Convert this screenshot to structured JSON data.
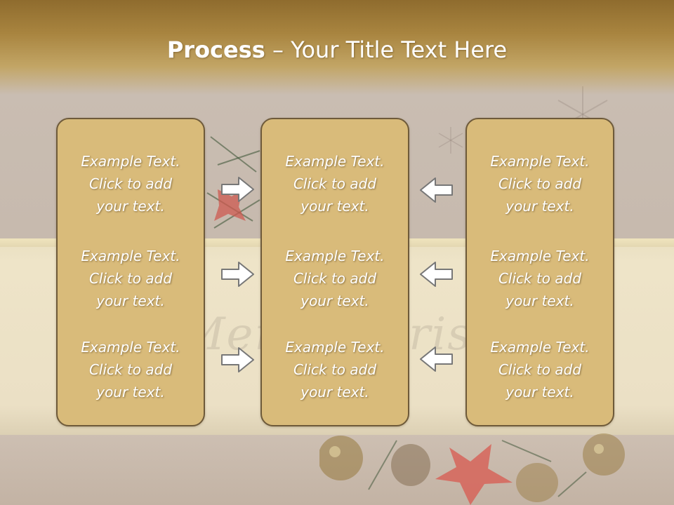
{
  "slide": {
    "title_bold": "Process",
    "title_rest": " – Your Title Text Here"
  },
  "columns": [
    {
      "blocks": [
        {
          "lines": [
            "Example Text.",
            "Click  to add",
            "your text."
          ]
        },
        {
          "lines": [
            "Example Text.",
            "Click  to add",
            "your text."
          ]
        },
        {
          "lines": [
            "Example Text.",
            "Click  to add",
            "your text."
          ]
        }
      ]
    },
    {
      "blocks": [
        {
          "lines": [
            "Example Text.",
            "Click  to add",
            "your text."
          ]
        },
        {
          "lines": [
            "Example Text.",
            "Click  to add",
            "your text."
          ]
        },
        {
          "lines": [
            "Example Text.",
            "Click  to add",
            "your text."
          ]
        }
      ]
    },
    {
      "blocks": [
        {
          "lines": [
            "Example Text.",
            "Click  to add",
            "your text."
          ]
        },
        {
          "lines": [
            "Example Text.",
            "Click  to add",
            "your text."
          ]
        },
        {
          "lines": [
            "Example Text.",
            "Click  to add",
            "your text."
          ]
        }
      ]
    }
  ],
  "arrows": {
    "left_group": [
      "arrow-right",
      "arrow-right",
      "arrow-right"
    ],
    "right_group": [
      "arrow-left",
      "arrow-left",
      "arrow-left"
    ]
  },
  "colors": {
    "box_fill": "#d9bb7a",
    "box_border": "#6e5a3a",
    "title_band": "#a8843f",
    "arrow_fill": "#ffffff",
    "arrow_stroke": "#777777"
  }
}
